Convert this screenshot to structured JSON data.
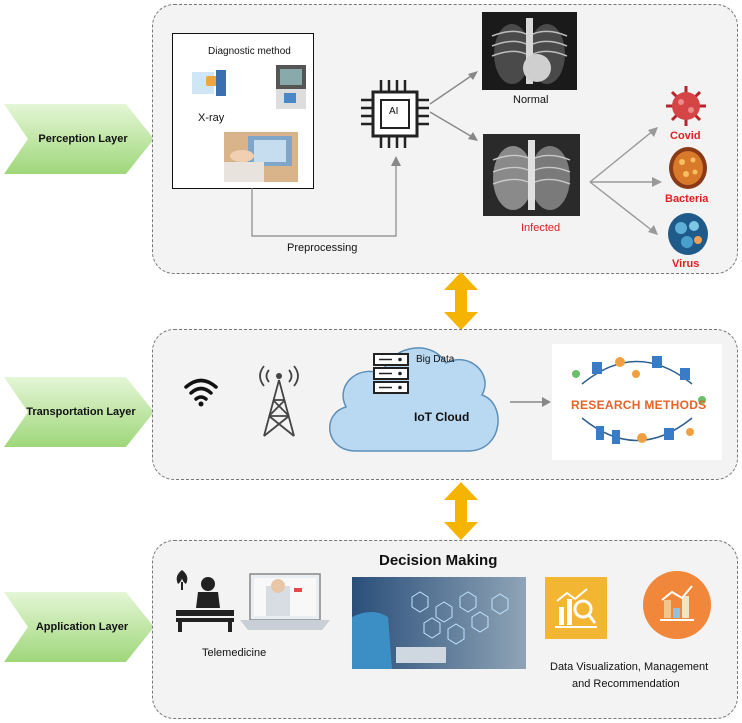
{
  "layers": {
    "perception": "Perception Layer",
    "transportation": "Transportation Layer",
    "application": "Application Layer"
  },
  "perception": {
    "diagnostic_title": "Diagnostic method",
    "xray_label": "X-ray",
    "ai_label": "AI",
    "preprocessing_label": "Preprocessing",
    "normal_label": "Normal",
    "infected_label": "Infected",
    "covid_label": "Covid",
    "bacteria_label": "Bacteria",
    "virus_label": "Virus"
  },
  "transportation": {
    "big_data_label": "Big Data",
    "iot_cloud_label": "IoT Cloud",
    "research_methods_label": "RESEARCH METHODS"
  },
  "application": {
    "decision_title": "Decision Making",
    "telemedicine_label": "Telemedicine",
    "dv_line1": "Data Visualization, Management",
    "dv_line2": "and Recommendation"
  },
  "colors": {
    "chevron_light": "#d6f0c2",
    "chevron_dark": "#6fbf45",
    "arrow_yellow": "#f4b400",
    "cloud": "#b9d9f2",
    "red_text": "#e02020",
    "research_orange": "#e6632a",
    "dv_yellow": "#f2b632",
    "dv_orange": "#f0873a"
  }
}
